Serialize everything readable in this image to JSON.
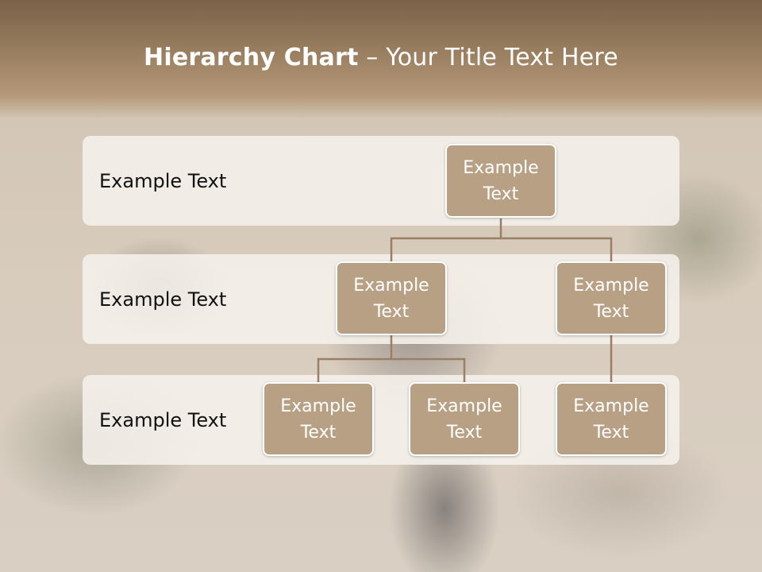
{
  "title": {
    "bold": "Hierarchy Chart",
    "dash": " – ",
    "rest": "Your Title Text Here"
  },
  "rows": [
    {
      "label": "Example Text"
    },
    {
      "label": "Example Text"
    },
    {
      "label": "Example Text"
    }
  ],
  "nodes": {
    "root": "Example\nText",
    "level2_left": "Example\nText",
    "level2_right": "Example\nText",
    "level3_a": "Example\nText",
    "level3_b": "Example\nText",
    "level3_c": "Example\nText"
  },
  "colors": {
    "node_fill": "#b8a084",
    "connector": "#9a7f66",
    "header": "#8a7055"
  }
}
